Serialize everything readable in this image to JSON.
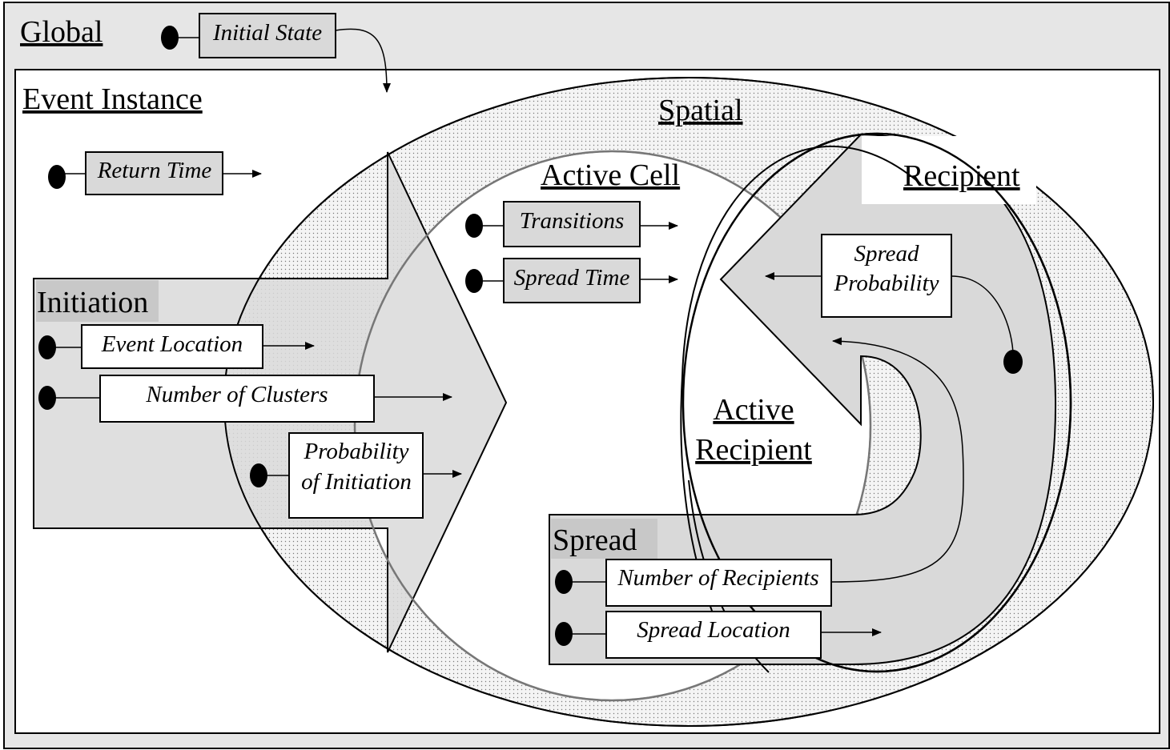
{
  "global": {
    "title": "Global",
    "initial_state": "Initial State"
  },
  "event_instance": {
    "title": "Event Instance",
    "return_time": "Return Time"
  },
  "spatial": {
    "title": "Spatial"
  },
  "active_cell": {
    "title": "Active Cell",
    "transitions": "Transitions",
    "spread_time": "Spread Time"
  },
  "recipient": {
    "title": "Recipient",
    "spread_probability_line1": "Spread",
    "spread_probability_line2": "Probability"
  },
  "active_recipient": {
    "title_line1": "Active",
    "title_line2": "Recipient"
  },
  "initiation": {
    "title": "Initiation",
    "event_location": "Event Location",
    "number_of_clusters": "Number of Clusters",
    "probability_line1": "Probability",
    "probability_line2": "of Initiation"
  },
  "spread": {
    "title": "Spread",
    "number_of_recipients": "Number of Recipients",
    "spread_location": "Spread Location"
  },
  "colors": {
    "panel_gray": "#e6e6e6",
    "shape_gray": "#d9d9d9",
    "label_gray": "#c8c8c8",
    "line": "#000000"
  }
}
